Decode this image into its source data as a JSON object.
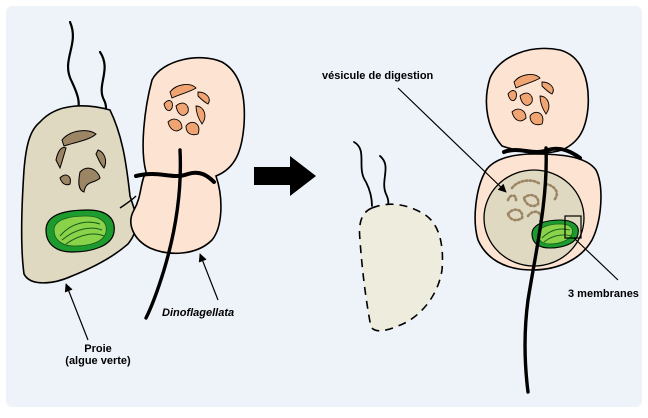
{
  "labels": {
    "prey_line1": "Proie",
    "prey_line2": "(algue verte)",
    "dinoflagellata": "Dinoflagellata",
    "digestion_vesicle": "vésicule de digestion",
    "three_membranes": "3 membranes"
  },
  "colors": {
    "frame": "#eef3fa",
    "prey_body": "#ded9c0",
    "dino_body": "#fde4d2",
    "chloroplast_outer": "#1e9b2e",
    "chloroplast_inner": "#8ad24a",
    "nucleus_brown": "#9c8565",
    "nucleus_orange": "#f0a472",
    "ghost_prey": "#eeeddd"
  }
}
